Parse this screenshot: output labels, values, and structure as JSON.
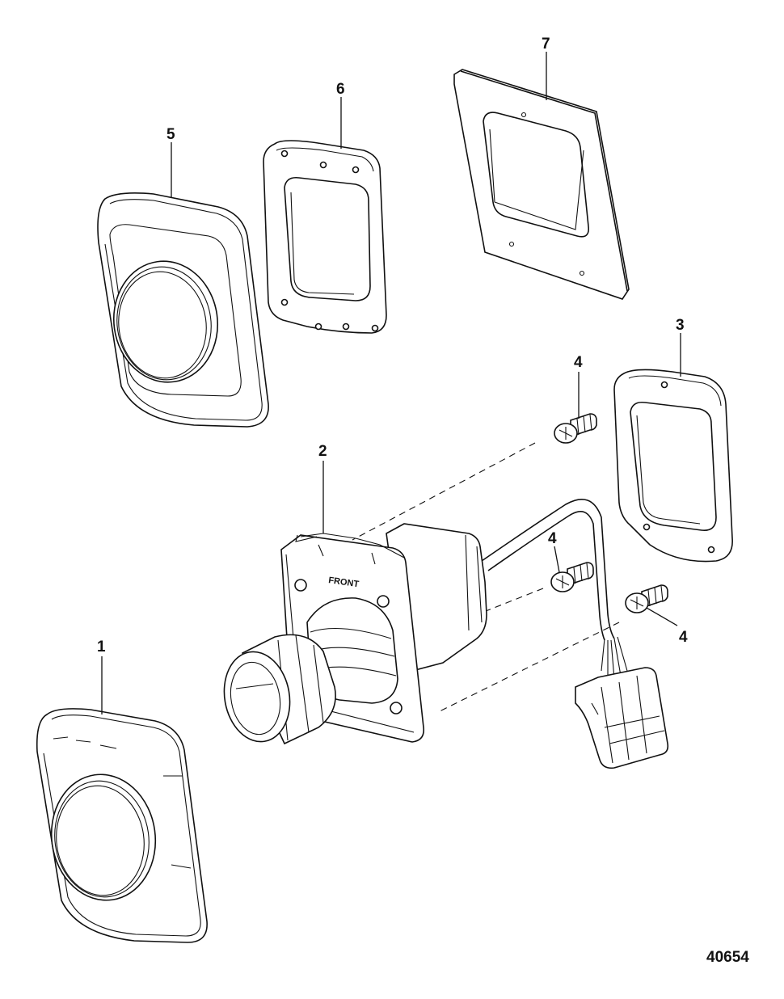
{
  "figure": {
    "number": "40654"
  },
  "stamps": {
    "front": "FRONT"
  },
  "callouts": [
    {
      "id": "1",
      "text": "1"
    },
    {
      "id": "2",
      "text": "2"
    },
    {
      "id": "3",
      "text": "3"
    },
    {
      "id": "4a",
      "text": "4"
    },
    {
      "id": "4b",
      "text": "4"
    },
    {
      "id": "4c",
      "text": "4"
    },
    {
      "id": "5",
      "text": "5"
    },
    {
      "id": "6",
      "text": "6"
    },
    {
      "id": "7",
      "text": "7"
    }
  ],
  "colors": {
    "ink": "#111111",
    "paper": "#ffffff",
    "shade": "#d9d9d9"
  }
}
